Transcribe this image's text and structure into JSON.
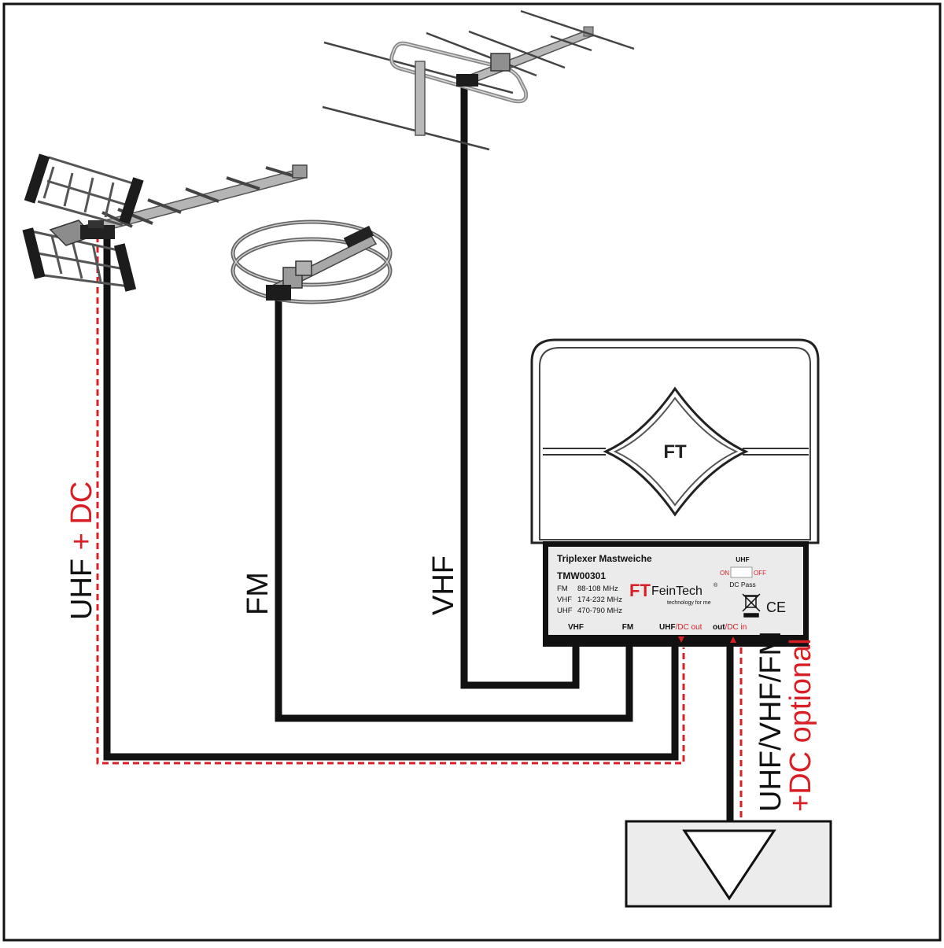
{
  "labels": {
    "uhf_part": "UHF",
    "uhf_dc_part": "+ DC",
    "fm": "FM",
    "vhf": "VHF",
    "output_line1": "UHF/VHF/FM",
    "output_line2": "+DC optional"
  },
  "device": {
    "cover_logo": "FT",
    "title": "Triplexer Mastweiche",
    "model": "TMW00301",
    "bands": [
      {
        "name": "FM",
        "range": "88-108 MHz"
      },
      {
        "name": "VHF",
        "range": "174-232 MHz"
      },
      {
        "name": "UHF",
        "range": "470-790 MHz"
      }
    ],
    "brand_logo": "FT",
    "brand": "FeinTech",
    "brand_mark": "®",
    "tagline": "technology for me",
    "switch": {
      "title": "UHF",
      "on": "ON",
      "off": "OFF",
      "caption": "DC Pass"
    },
    "ce_mark": "CE",
    "ports": {
      "vhf": "VHF",
      "fm": "FM",
      "uhf": "UHF",
      "uhf_dc": "/DC out",
      "out": "out",
      "out_dc": "/DC in"
    }
  },
  "colors": {
    "cable": "#111111",
    "dc_line": "#d81f26",
    "device_bg": "#ebebeb",
    "receiver_bg": "#ececec"
  }
}
